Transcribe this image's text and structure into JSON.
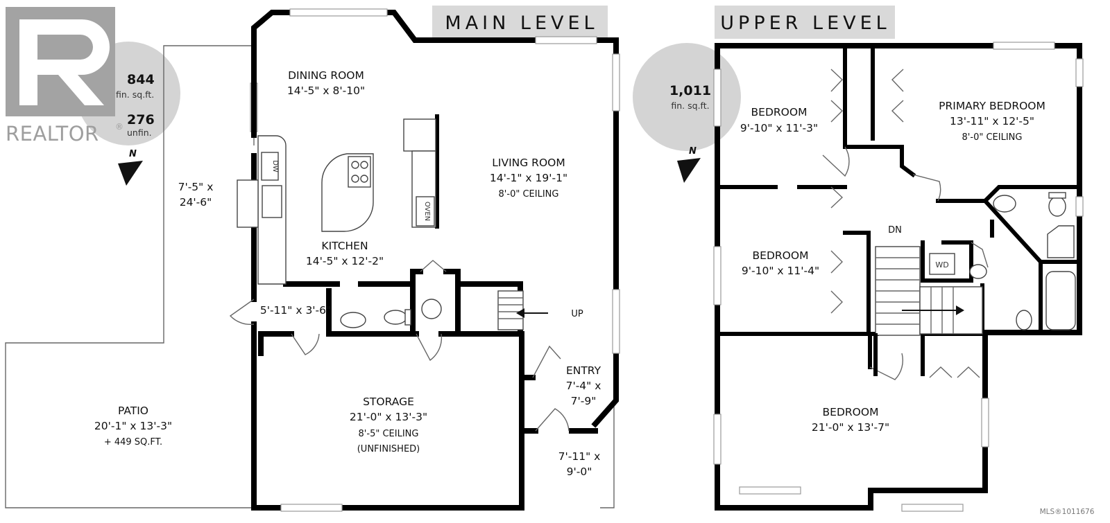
{
  "levels": {
    "main": {
      "title": "MAIN LEVEL",
      "area": {
        "finished": "844",
        "finished_unit": "fin. sq.ft.",
        "unfinished": "276",
        "unfinished_unit": "unfin."
      },
      "north": "N",
      "rooms": {
        "dining": {
          "name": "DINING ROOM",
          "size": "14'-5\" x 8'-10\""
        },
        "living": {
          "name": "LIVING ROOM",
          "size": "14'-1\" x 19'-1\"",
          "ceiling": "8'-0\" CEILING"
        },
        "kitchen": {
          "name": "KITCHEN",
          "size": "14'-5\" x 12'-2\""
        },
        "side_yard": {
          "size_line1": "7'-5\" x",
          "size_line2": "24'-6\""
        },
        "closet": {
          "size": "5'-11\" x 3'-6\""
        },
        "storage": {
          "name": "STORAGE",
          "size": "21'-0\" x 13'-3\"",
          "ceiling": "8'-5\" CEILING",
          "note": "(UNFINISHED)"
        },
        "entry": {
          "name": "ENTRY",
          "size_line1": "7'-4\" x",
          "size_line2": "7'-9\""
        },
        "porch": {
          "size_line1": "7'-11\" x",
          "size_line2": "9'-0\""
        },
        "patio": {
          "name": "PATIO",
          "size": "20'-1\" x 13'-3\"",
          "note": "+ 449 SQ.FT."
        }
      },
      "stair_label": "UP",
      "appliances": {
        "dishwasher": "DW",
        "oven": "OVEN"
      }
    },
    "upper": {
      "title": "UPPER LEVEL",
      "area": {
        "finished": "1,011",
        "finished_unit": "fin. sq.ft."
      },
      "north": "N",
      "rooms": {
        "bedroom_nw": {
          "name": "BEDROOM",
          "size": "9'-10\" x 11'-3\""
        },
        "primary": {
          "name": "PRIMARY BEDROOM",
          "size": "13'-11\" x 12'-5\"",
          "ceiling": "8'-0\" CEILING"
        },
        "bedroom_w": {
          "name": "BEDROOM",
          "size": "9'-10\" x 11'-4\""
        },
        "bedroom_s": {
          "name": "BEDROOM",
          "size": "21'-0\" x 13'-7\""
        }
      },
      "stair_label": "DN",
      "appliances": {
        "washer_dryer": "WD"
      }
    }
  },
  "branding": {
    "realtor": "REALTOR",
    "registered": "®",
    "mls": "MLS®1011676"
  }
}
